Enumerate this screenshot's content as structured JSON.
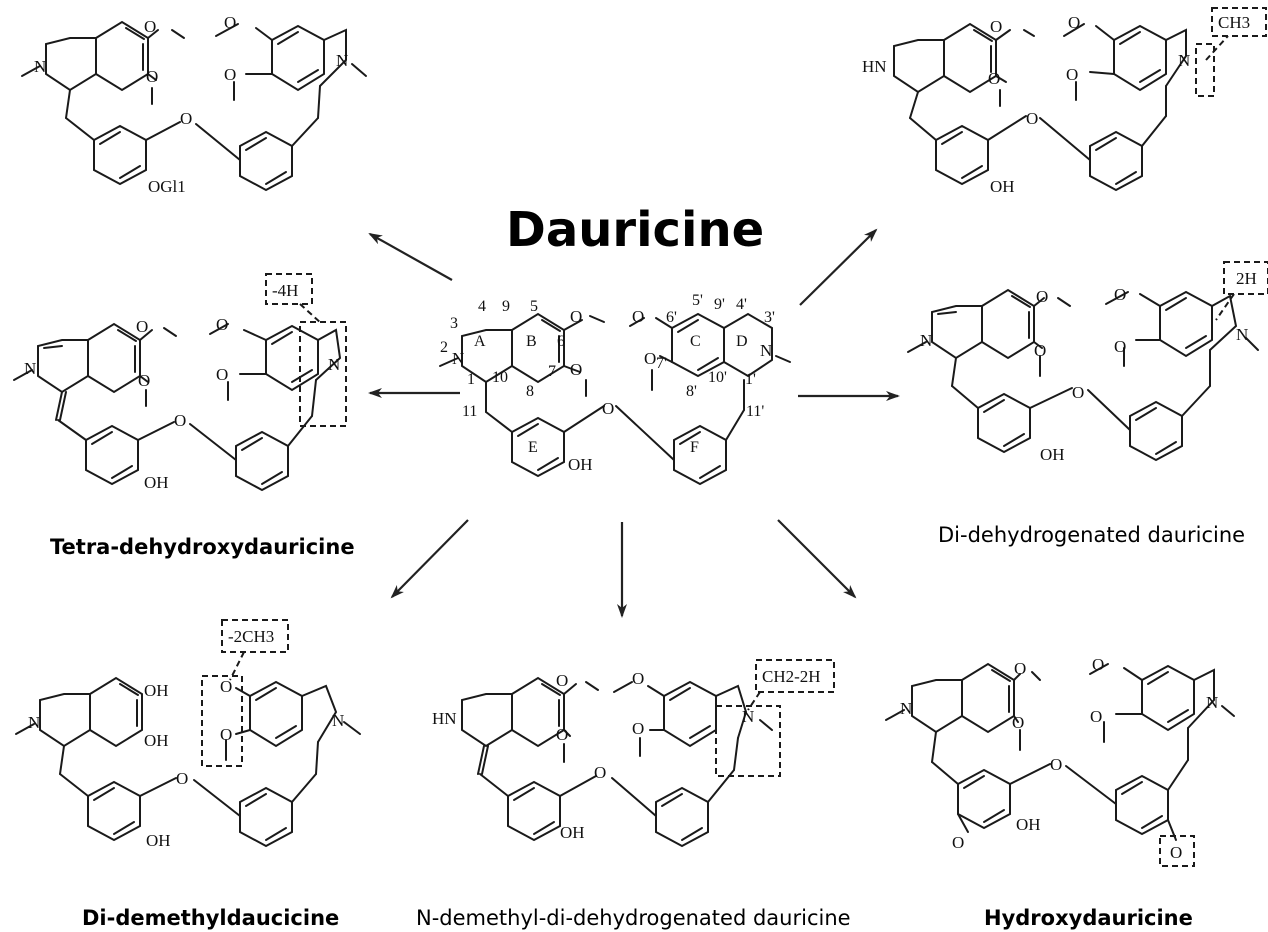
{
  "title": "Dauricine",
  "labels": {
    "tetra": "Tetra-dehydroxydauricine",
    "didehydro": "Di-dehydrogenated dauricine",
    "didemethyl": "Di-demethyldaucicine",
    "ndemethyl": "N-demethyl-di-dehydrogenated dauricine",
    "hydroxy": "Hydroxydauricine"
  },
  "annotations": {
    "minus4h": "-4H",
    "plus2h": "2H",
    "ch3": "CH3",
    "minus2ch3": "-2CH3",
    "ch2minus2h": "CH2-2H",
    "oxygen_box": "O"
  },
  "atoms": {
    "n": "N",
    "hn": "HN",
    "o": "O",
    "oh": "OH",
    "ogl": "OGl1"
  },
  "ring_letters": [
    "A",
    "B",
    "C",
    "D",
    "E",
    "F"
  ],
  "positions": [
    "1",
    "2",
    "3",
    "4",
    "5",
    "6",
    "7",
    "8",
    "9",
    "10",
    "11"
  ],
  "primes": {
    "p1": "1'",
    "p3": "3'",
    "p4": "4'",
    "p5": "5'",
    "p6": "6'",
    "p7": "7'",
    "p8": "8'",
    "p9": "9'",
    "p10": "10'",
    "p11": "11'"
  }
}
